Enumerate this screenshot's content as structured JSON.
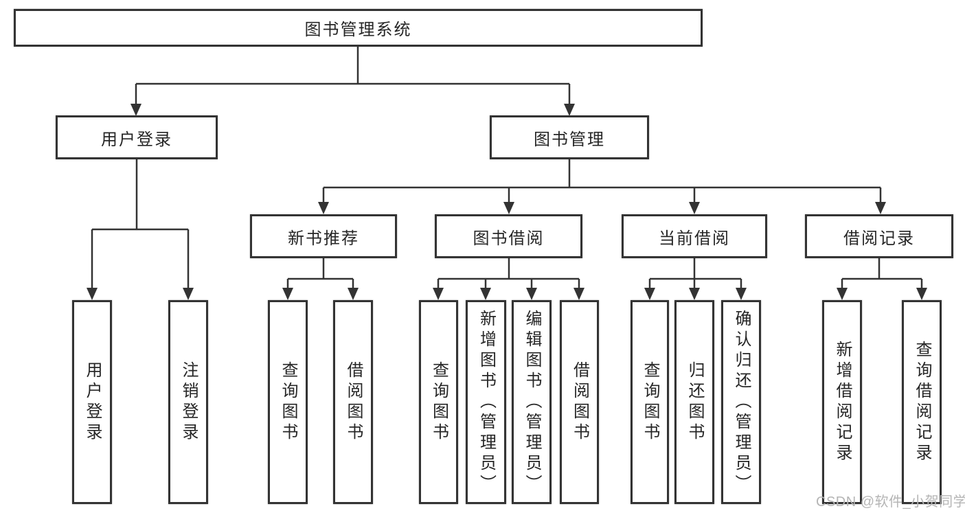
{
  "root": {
    "label": "图书管理系统"
  },
  "level1": {
    "user_login": {
      "label": "用户登录"
    },
    "book_mgmt": {
      "label": "图书管理"
    }
  },
  "level2": {
    "new_book_rec": {
      "label": "新书推荐"
    },
    "book_borrow": {
      "label": "图书借阅"
    },
    "current_borrow": {
      "label": "当前借阅"
    },
    "borrow_record": {
      "label": "借阅记录"
    }
  },
  "leaves": {
    "user_login": {
      "label": "用户登录"
    },
    "logout": {
      "label": "注销登录"
    },
    "rec_query_book": {
      "label": "查询图书"
    },
    "rec_borrow_book": {
      "label": "借阅图书"
    },
    "bb_query_book": {
      "label": "查询图书"
    },
    "bb_add_book": {
      "label": "新增图书（管理员）"
    },
    "bb_edit_book": {
      "label": "编辑图书（管理员）"
    },
    "bb_borrow_book": {
      "label": "借阅图书"
    },
    "cb_query_book": {
      "label": "查询图书"
    },
    "cb_return_book": {
      "label": "归还图书"
    },
    "cb_confirm_return": {
      "label": "确认归还（管理员）"
    },
    "br_add_record": {
      "label": "新增借阅记录"
    },
    "br_query_record": {
      "label": "查询借阅记录"
    }
  },
  "watermark": {
    "text": "CSDN @软件_小贺同学"
  },
  "colors": {
    "line": "#333333",
    "box_border": "#333333",
    "text": "#262626",
    "watermark": "#b5b5b5",
    "background": "#ffffff"
  }
}
